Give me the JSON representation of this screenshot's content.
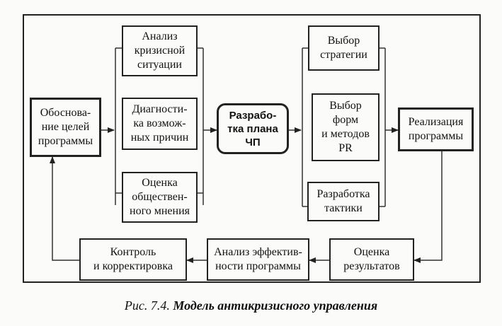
{
  "diagram": {
    "boxes": {
      "goals": "Обоснова-\nние целей\nпрограммы",
      "analysis": "Анализ\nкризисной\nситуации",
      "diagnostics": "Диагности-\nка возмож-\nных причин",
      "opinion": "Оценка\nобществен-\nного мнения",
      "plan": "Разрабо-\nтка плана\nЧП",
      "strategy": "Выбор\nстратегии",
      "forms": "Выбор\nформ\nи методов\nPR",
      "tactics": "Разработка\nтактики",
      "implementation": "Реализация\nпрограммы",
      "evaluation": "Оценка\nрезультатов",
      "efficiency": "Анализ эффектив-\nности программы",
      "control": "Контроль\nи корректировка"
    }
  },
  "caption": {
    "prefix": "Рис.  7.4.",
    "title": "Модель антикризисного управления"
  }
}
